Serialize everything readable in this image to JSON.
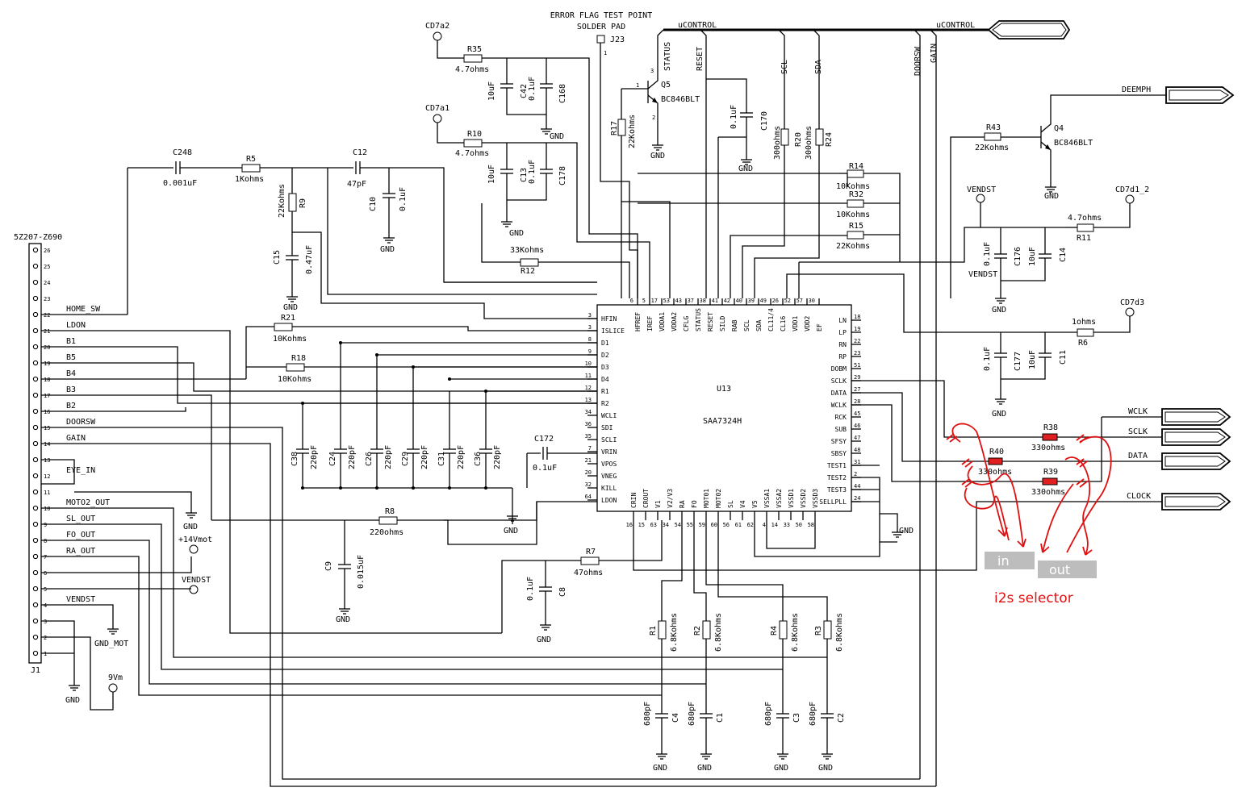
{
  "annotations": {
    "error_flag": [
      "ERROR FLAG TEST POINT",
      "SOLDER PAD"
    ],
    "selector_title": "i2s selector",
    "in_label": "in",
    "out_label": "out"
  },
  "bus_labels": [
    "uCONTROL",
    "uCONTROL"
  ],
  "ic": {
    "ref": "U13",
    "part": "SAA7324H",
    "left_pins": [
      {
        "num": "3",
        "name": "HFIN"
      },
      {
        "num": "3",
        "name": "ISLICE"
      },
      {
        "num": "8",
        "name": "D1"
      },
      {
        "num": "9",
        "name": "D2"
      },
      {
        "num": "10",
        "name": "D3"
      },
      {
        "num": "11",
        "name": "D4"
      },
      {
        "num": "12",
        "name": "R1"
      },
      {
        "num": "13",
        "name": "R2"
      },
      {
        "num": "34",
        "name": "WCLI"
      },
      {
        "num": "36",
        "name": "SDI"
      },
      {
        "num": "35",
        "name": "SCLI"
      },
      {
        "num": "7",
        "name": "VRIN"
      },
      {
        "num": "21",
        "name": "VPOS"
      },
      {
        "num": "20",
        "name": "VNEG"
      },
      {
        "num": "32",
        "name": "KILL"
      },
      {
        "num": "64",
        "name": "LDON"
      }
    ],
    "right_pins": [
      {
        "num": "18",
        "name": "LN"
      },
      {
        "num": "19",
        "name": "LP"
      },
      {
        "num": "22",
        "name": "RN"
      },
      {
        "num": "23",
        "name": "RP"
      },
      {
        "num": "51",
        "name": "DOBM"
      },
      {
        "num": "29",
        "name": "SCLK"
      },
      {
        "num": "27",
        "name": "DATA"
      },
      {
        "num": "28",
        "name": "WCLK"
      },
      {
        "num": "45",
        "name": "RCK"
      },
      {
        "num": "46",
        "name": "SUB"
      },
      {
        "num": "47",
        "name": "SFSY"
      },
      {
        "num": "48",
        "name": "SBSY"
      },
      {
        "num": "31",
        "name": "TEST1"
      },
      {
        "num": "2",
        "name": "TEST2"
      },
      {
        "num": "44",
        "name": "TEST3"
      },
      {
        "num": "24",
        "name": "SELLPLL"
      }
    ],
    "top_pins": [
      {
        "num": "6",
        "name": "HFREF"
      },
      {
        "num": "5",
        "name": "IREF"
      },
      {
        "num": "17",
        "name": "VDDA1"
      },
      {
        "num": "53",
        "name": "VDDA2"
      },
      {
        "num": "43",
        "name": "CFLG"
      },
      {
        "num": "37",
        "name": "STATUS"
      },
      {
        "num": "38",
        "name": "RESET"
      },
      {
        "num": "41",
        "name": "SILD"
      },
      {
        "num": "42",
        "name": "RAB"
      },
      {
        "num": "40",
        "name": "SCL"
      },
      {
        "num": "39",
        "name": "SDA"
      },
      {
        "num": "49",
        "name": "CL11/4"
      },
      {
        "num": "26",
        "name": "CL16"
      },
      {
        "num": "52",
        "name": "VDD1"
      },
      {
        "num": "57",
        "name": "VDD2"
      },
      {
        "num": "30",
        "name": "EF"
      }
    ],
    "bottom_pins": [
      {
        "num": "16",
        "name": "CRIN"
      },
      {
        "num": "15",
        "name": "CROUT"
      },
      {
        "num": "63",
        "name": "V1"
      },
      {
        "num": "34",
        "name": "V2/V3"
      },
      {
        "num": "54",
        "name": "RA"
      },
      {
        "num": "55",
        "name": "FO"
      },
      {
        "num": "59",
        "name": "MOT01"
      },
      {
        "num": "60",
        "name": "MOT02"
      },
      {
        "num": "56",
        "name": "SL"
      },
      {
        "num": "61",
        "name": "V4"
      },
      {
        "num": "62",
        "name": "V5"
      },
      {
        "num": "4",
        "name": "VSSA1"
      },
      {
        "num": "14",
        "name": "VSSA2"
      },
      {
        "num": "33",
        "name": "VSSD1"
      },
      {
        "num": "50",
        "name": "VSSD2"
      },
      {
        "num": "58",
        "name": "VSSD3"
      }
    ]
  },
  "connector": {
    "ref": "J1",
    "part": "5Z207-Z690",
    "pins": [
      "26",
      "25",
      "24",
      "23",
      "22",
      "21",
      "20",
      "19",
      "18",
      "17",
      "16",
      "15",
      "14",
      "13",
      "12",
      "11",
      "10",
      "9",
      "8",
      "7",
      "6",
      "5",
      "4",
      "3",
      "2",
      "1"
    ],
    "signals": [
      {
        "pin": "22",
        "name": "HOME_SW"
      },
      {
        "pin": "21",
        "name": "LDON"
      },
      {
        "pin": "20",
        "name": "B1"
      },
      {
        "pin": "19",
        "name": "B5"
      },
      {
        "pin": "18",
        "name": "B4"
      },
      {
        "pin": "17",
        "name": "B3"
      },
      {
        "pin": "16",
        "name": "B2"
      },
      {
        "pin": "15",
        "name": "DOORSW"
      },
      {
        "pin": "14",
        "name": "GAIN"
      },
      {
        "pin": "12",
        "name": "EYE_IN"
      },
      {
        "pin": "10",
        "name": "MOTO2_OUT"
      },
      {
        "pin": "9",
        "name": "SL_OUT"
      },
      {
        "pin": "8",
        "name": "FO_OUT"
      },
      {
        "pin": "7",
        "name": "RA_OUT"
      },
      {
        "pin": "4",
        "name": "VENDST"
      }
    ]
  },
  "resistors": [
    {
      "ref": "R35",
      "value": "4.7ohms"
    },
    {
      "ref": "R10",
      "value": "4.7ohms"
    },
    {
      "ref": "R5",
      "value": "1Kohms"
    },
    {
      "ref": "R9",
      "value": "22Kohms"
    },
    {
      "ref": "R12",
      "value": "33Kohms"
    },
    {
      "ref": "R21",
      "value": "10Kohms"
    },
    {
      "ref": "R18",
      "value": "10Kohms"
    },
    {
      "ref": "R8",
      "value": "220ohms"
    },
    {
      "ref": "R7",
      "value": "47ohms"
    },
    {
      "ref": "R17",
      "value": "22Kohms"
    },
    {
      "ref": "R20",
      "value": "300ohms"
    },
    {
      "ref": "R24",
      "value": "300ohms"
    },
    {
      "ref": "R14",
      "value": "10Kohms"
    },
    {
      "ref": "R32",
      "value": "10Kohms"
    },
    {
      "ref": "R15",
      "value": "22Kohms"
    },
    {
      "ref": "R43",
      "value": "22Kohms"
    },
    {
      "ref": "R11",
      "value": "4.7ohms"
    },
    {
      "ref": "R6",
      "value": "1ohms"
    },
    {
      "ref": "R38",
      "value": "330ohms"
    },
    {
      "ref": "R40",
      "value": "330ohms"
    },
    {
      "ref": "R39",
      "value": "330ohms"
    },
    {
      "ref": "R1",
      "value": "6.8Kohms"
    },
    {
      "ref": "R2",
      "value": "6.8Kohms"
    },
    {
      "ref": "R4",
      "value": "6.8Kohms"
    },
    {
      "ref": "R3",
      "value": "6.8Kohms"
    }
  ],
  "capacitors": [
    {
      "ref": "C248",
      "value": "0.001uF"
    },
    {
      "ref": "C12",
      "value": "47pF"
    },
    {
      "ref": "C10",
      "value": "0.1uF"
    },
    {
      "ref": "C15",
      "value": "0.47uF"
    },
    {
      "ref": "C42",
      "value": "0.1uF"
    },
    {
      "ref": "C168",
      "value": "10uF"
    },
    {
      "ref": "C13",
      "value": "0.1uF"
    },
    {
      "ref": "C178",
      "value": "10uF"
    },
    {
      "ref": "C170",
      "value": "0.1uF"
    },
    {
      "ref": "C172",
      "value": "0.1uF"
    },
    {
      "ref": "C9",
      "value": "0.015uF"
    },
    {
      "ref": "C8",
      "value": "0.1uF"
    },
    {
      "ref": "C38",
      "value": "220pF"
    },
    {
      "ref": "C24",
      "value": "220pF"
    },
    {
      "ref": "C26",
      "value": "220pF"
    },
    {
      "ref": "C29",
      "value": "220pF"
    },
    {
      "ref": "C31",
      "value": "220pF"
    },
    {
      "ref": "C36",
      "value": "220pF"
    },
    {
      "ref": "C176",
      "value": "0.1uF"
    },
    {
      "ref": "C14",
      "value": "10uF"
    },
    {
      "ref": "C177",
      "value": "0.1uF"
    },
    {
      "ref": "C11",
      "value": "10uF"
    },
    {
      "ref": "C4",
      "value": "680pF"
    },
    {
      "ref": "C1",
      "value": "680pF"
    },
    {
      "ref": "C3",
      "value": "680pF"
    },
    {
      "ref": "C2",
      "value": "680pF"
    }
  ],
  "transistors": [
    {
      "ref": "Q5",
      "part": "BC846BLT"
    },
    {
      "ref": "Q4",
      "part": "BC846BLT"
    }
  ],
  "test_points": [
    "CD7a2",
    "CD7a1",
    "CD7d1_2",
    "CD7d3",
    "VENDST",
    "VENDST",
    "+14Vmot",
    "9Vm"
  ],
  "test_pad": "J23",
  "gnd_label": "GND",
  "gnd_mot_label": "GND_MOT",
  "vendst_label": "VENDST",
  "net_labels": [
    "uCONTROL",
    "STATUS",
    "RESET",
    "SCL",
    "SDA",
    "DOORSW",
    "GAIN"
  ],
  "ports": [
    "DEEMPH",
    "WCLK",
    "SCLK",
    "DATA",
    "CLOCK"
  ]
}
